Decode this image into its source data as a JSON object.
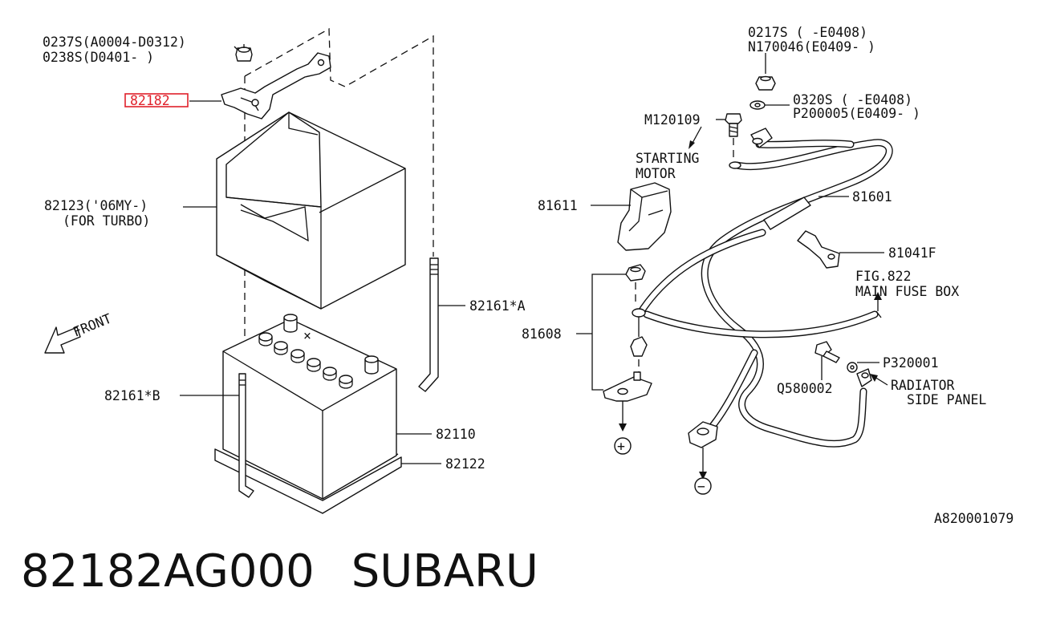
{
  "labels": {
    "bolt_0237s": "0237S(A0004-D0312)",
    "bolt_0238s": "0238S(D0401-   )",
    "highlight_82182": "82182",
    "tray_82123": "82123('06MY-)",
    "tray_for_turbo": "(FOR TURBO)",
    "rod_82161a": "82161*A",
    "front_arrow": "FRONT",
    "rod_82161b": "82161*B",
    "battery_82110": "82110",
    "pad_82122": "82122",
    "nut_0217s": "0217S  (  -E0408)",
    "nut_n170046": "N170046(E0409-  )",
    "washer_0320s": "0320S  (  -E0408)",
    "washer_p200005": "P200005(E0409-  )",
    "bolt_m120109": "M120109",
    "starting": "STARTING",
    "motor": "MOTOR",
    "cover_81611": "81611",
    "cable_81601": "81601",
    "clip_81041f": "81041F",
    "fig_822": "FIG.822",
    "main_fuse_box": "MAIN FUSE BOX",
    "cable_81608": "81608",
    "washer_p320001": "P320001",
    "bolt_q580002": "Q580002",
    "radiator": "RADIATOR",
    "side_panel": "SIDE PANEL",
    "positive_terminal": "+",
    "negative_terminal": "−",
    "diagram_code": "A820001079",
    "battery_plus_mark": "×"
  },
  "footer": {
    "part_number": "82182AG000",
    "brand": "SUBARU"
  },
  "colors": {
    "highlight": "#e0212b",
    "line": "#111111"
  }
}
